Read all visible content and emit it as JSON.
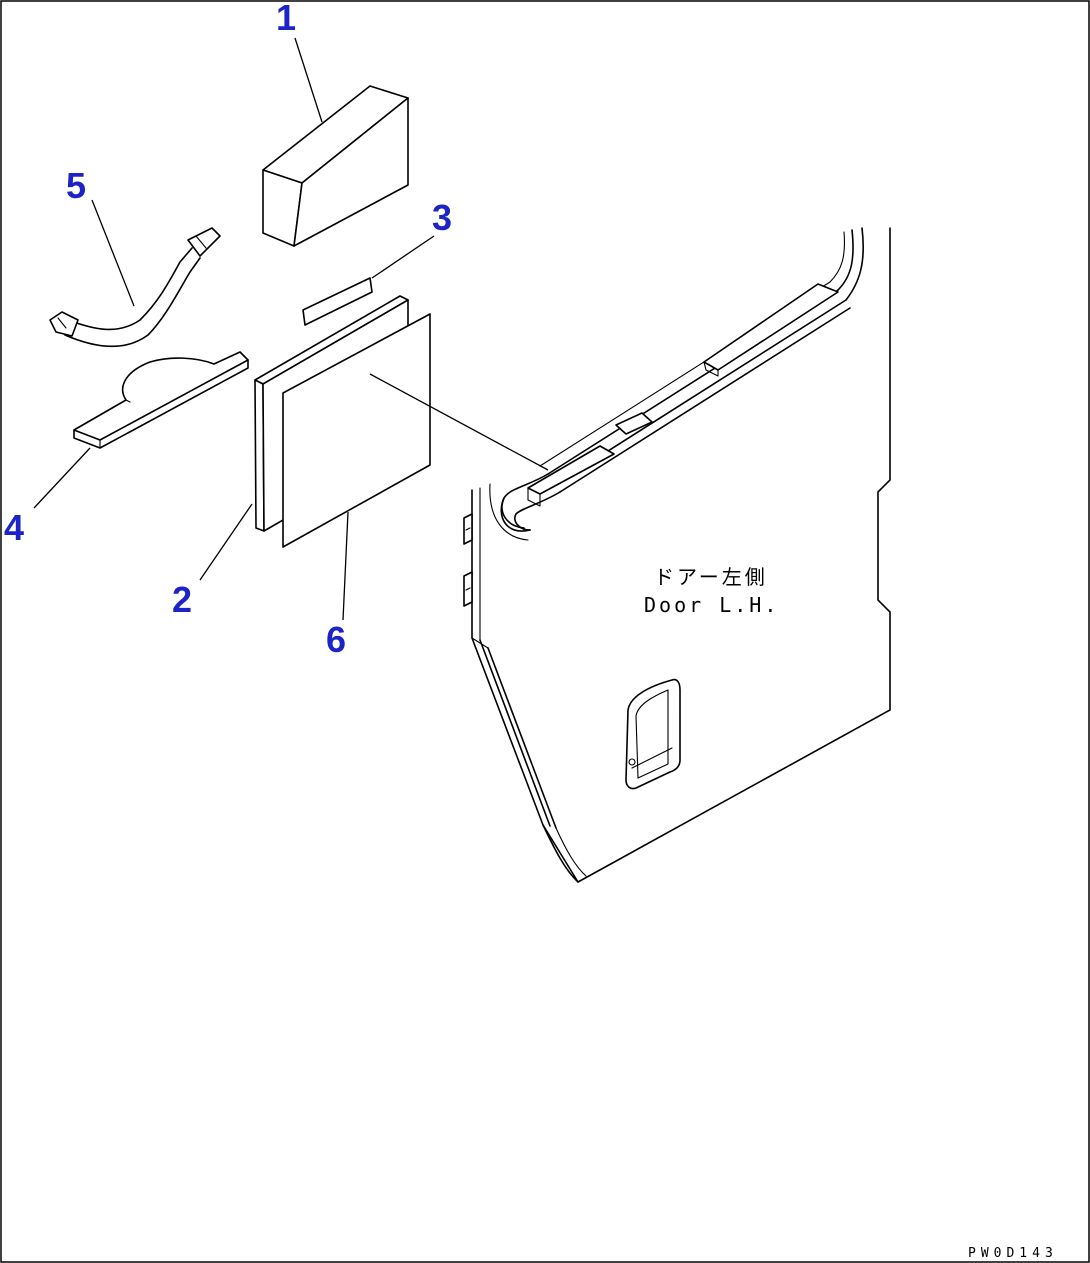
{
  "callouts": {
    "item1": "1",
    "item2": "2",
    "item3": "3",
    "item4": "4",
    "item5": "5",
    "item6": "6"
  },
  "door_label": {
    "japanese": "ドアー左側",
    "english": "Door L.H."
  },
  "drawing_code": "PW0D143",
  "colors": {
    "callout_blue": "#1c24c8",
    "line": "#000000",
    "background": "#ffffff"
  }
}
